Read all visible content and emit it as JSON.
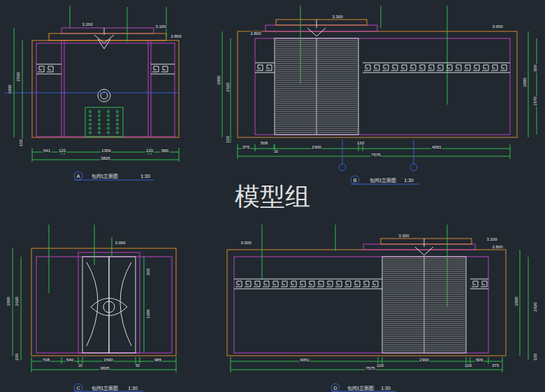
{
  "diagram": {
    "labels": [
      "3.200",
      "3.100",
      "2.800",
      "100",
      "3000",
      "2520",
      "541",
      "120",
      "1354",
      "120",
      "580",
      "3825",
      "A",
      "包间1立面图",
      "1:30",
      "2.800",
      "3.300",
      "3.000",
      "3000",
      "2620",
      "100",
      "375",
      "509",
      "20",
      "2300",
      "120",
      "4051",
      "7575",
      "B",
      "包间1立面图",
      "1:30",
      "300",
      "1570",
      "3000",
      "3.000",
      "3000",
      "2620",
      "100",
      "365",
      "1600",
      "708",
      "540",
      "20",
      "1500",
      "50",
      "985",
      "3825",
      "C",
      "包间1立面图",
      "1:30",
      "3.000",
      "3.300",
      "3.100",
      "2.800",
      "4051",
      "120",
      "2300",
      "120",
      "509",
      "375",
      "7575",
      "2620",
      "3000",
      "100",
      "D",
      "包间1立面图",
      "1:30",
      "模型组"
    ]
  }
}
